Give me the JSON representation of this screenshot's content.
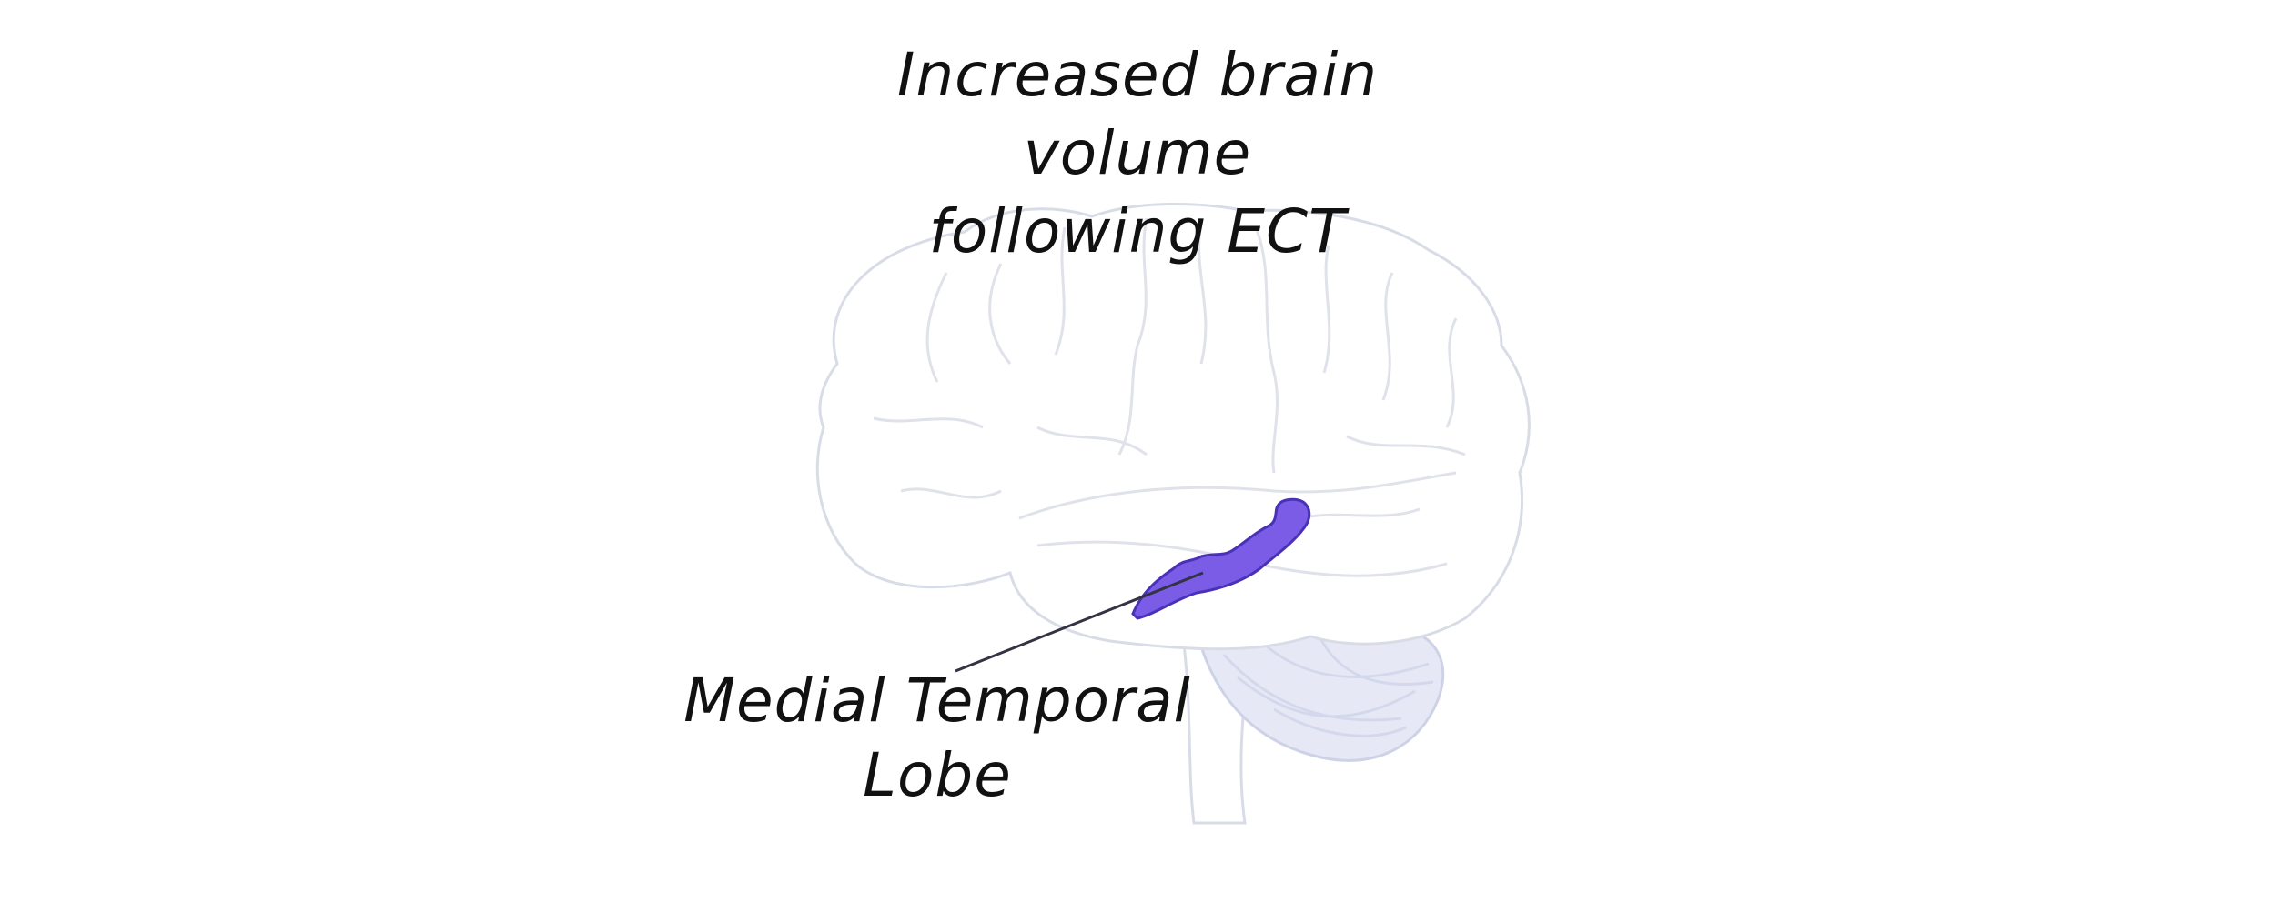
{
  "title": {
    "line1": "Increased brain volume",
    "line2": "following ECT"
  },
  "callout": {
    "line1": "Medial Temporal",
    "line2": "Lobe"
  },
  "colors": {
    "highlight_fill": "#7B5CE6",
    "highlight_stroke": "#4A32B8",
    "brain_outline": "#D8DCE6",
    "cerebellum_fill": "#E6E9F5",
    "leader_line": "#333344",
    "text": "#111111"
  }
}
